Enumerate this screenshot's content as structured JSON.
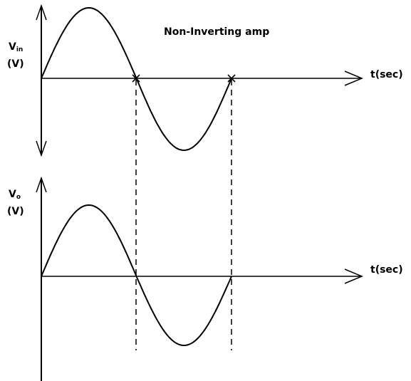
{
  "title": "Non-Inverting amp",
  "graphs": [
    {
      "y_label_main": "V",
      "y_label_sub": "in",
      "y_unit": "(V)",
      "x_label": "t(sec)"
    },
    {
      "y_label_main": "V",
      "y_label_sub": "o",
      "y_unit": "(V)",
      "x_label": "t(sec)"
    }
  ],
  "colors": {
    "line": "#000000",
    "background": "#ffffff"
  }
}
